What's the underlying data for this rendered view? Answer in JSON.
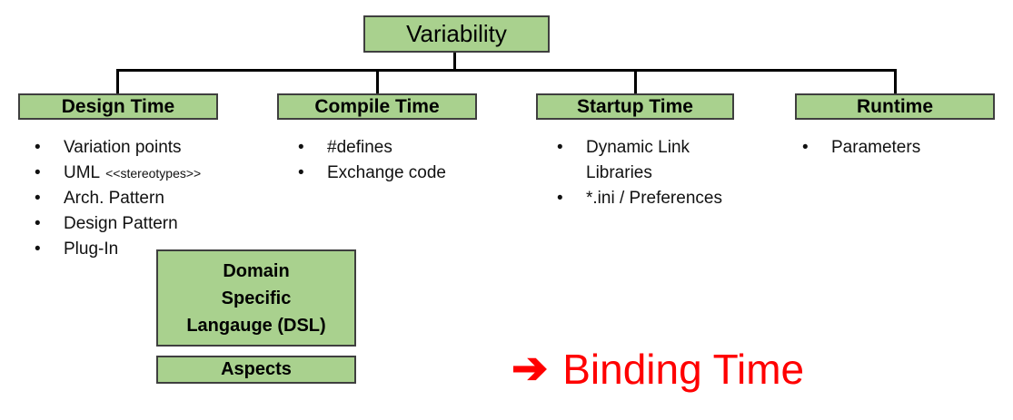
{
  "root": {
    "label": "Variability"
  },
  "branches": [
    {
      "header": "Design Time",
      "items": [
        {
          "text": "Variation points"
        },
        {
          "text": "UML",
          "note": "<<stereotypes>>"
        },
        {
          "text": "Arch. Pattern"
        },
        {
          "text": "Design Pattern"
        },
        {
          "text": "Plug-In"
        }
      ]
    },
    {
      "header": "Compile Time",
      "items": [
        {
          "text": "#defines"
        },
        {
          "text": "Exchange code"
        }
      ]
    },
    {
      "header": "Startup Time",
      "items": [
        {
          "text": "Dynamic Link Libraries"
        },
        {
          "text": "*.ini / Preferences"
        }
      ]
    },
    {
      "header": "Runtime",
      "items": [
        {
          "text": "Parameters"
        }
      ]
    }
  ],
  "detail_boxes": {
    "dsl": {
      "lines": [
        "Domain",
        "Specific",
        "Langauge (DSL)"
      ]
    },
    "aspects": {
      "label": "Aspects"
    }
  },
  "annotation": {
    "arrow": "➔",
    "label": "Binding Time"
  },
  "glyphs": {
    "bullet": "•"
  },
  "colors": {
    "box_fill": "#A9D18E",
    "box_border": "#3F3F3F",
    "connector": "#000000",
    "text": "#111111",
    "annotation_red": "#FF0000",
    "background": "#FFFFFF"
  }
}
